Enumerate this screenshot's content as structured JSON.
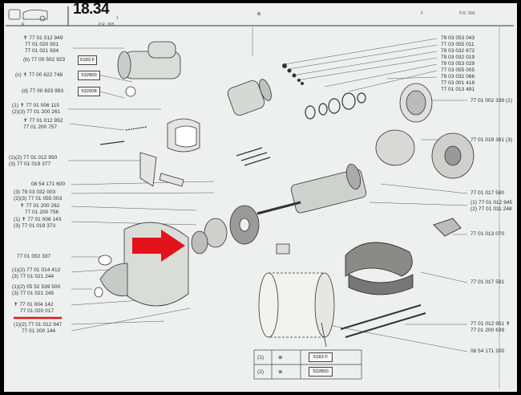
{
  "header": {
    "page_number": "18.34",
    "page_suffix": "1",
    "page_ref": "P.R. 995",
    "vehicle_marker": "R",
    "section_letter": "a",
    "right_marker": "F",
    "page_code": "P.R. 995"
  },
  "left_labels": [
    "✝ 77 01 012 949",
    "77 01 020 501",
    "77 01 021 934",
    "(b) 77 00 502 923",
    "(c) ✝ 77 00 622 748",
    "(d) 77 00 633 993",
    "(1) ✝ 77 01 006 115",
    "(2)(3) 77 01 200 261",
    "✝ 77 01 012 952",
    "77 01 200 757",
    "(1)(2) 77 01 012 950",
    "(3) 77 01 019 377",
    "08 54 171 600",
    "(3) 79 03 032 003",
    "(2)(3) 77 01 055 003",
    "✝ 77 01 200 262",
    "77 01 200 756",
    "(1) ✝ 77 01 006 143",
    "(3) 77 01 019 373",
    "77 01 002 337",
    "(1)(2) 77 01 014 412",
    "(3) 77 01 021 244",
    "(1)(2) 05 52 539 500",
    "(3) 77 01 021 245",
    "✝ 77 01 004 142",
    "77 01 020 017",
    "(1)(2) 77 01 012 947",
    "77 01 200 144"
  ],
  "left_boxes": [
    "6183 F",
    "532800",
    "532008"
  ],
  "right_labels": [
    "79 03 053 043",
    "77 03 055 011",
    "79 03 032 672",
    "79 03 032 019",
    "79 03 053 029",
    "77 03 055 005",
    "79 03 032 066",
    "77 03 001 418",
    "77 01 013 481",
    "77 01 002 339 (1)",
    "77 01 019 381 (3)",
    "77 01 017 580",
    "(1) 77 01 012 945",
    "(2) 77 01 011 248",
    "77 01 013 070",
    "77 01 017 581",
    "77 01 012 951 ✝",
    "77 01 200 639",
    "08 54 171 200"
  ],
  "legend": [
    {
      "key": "(1)",
      "symbol": "⊗",
      "code": "6183 F"
    },
    {
      "key": "(2)",
      "symbol": "⊗",
      "code": "532800"
    }
  ],
  "colors": {
    "highlight": "#e3121b",
    "paper": "#eef0ef",
    "ink": "#2a2a2a"
  }
}
